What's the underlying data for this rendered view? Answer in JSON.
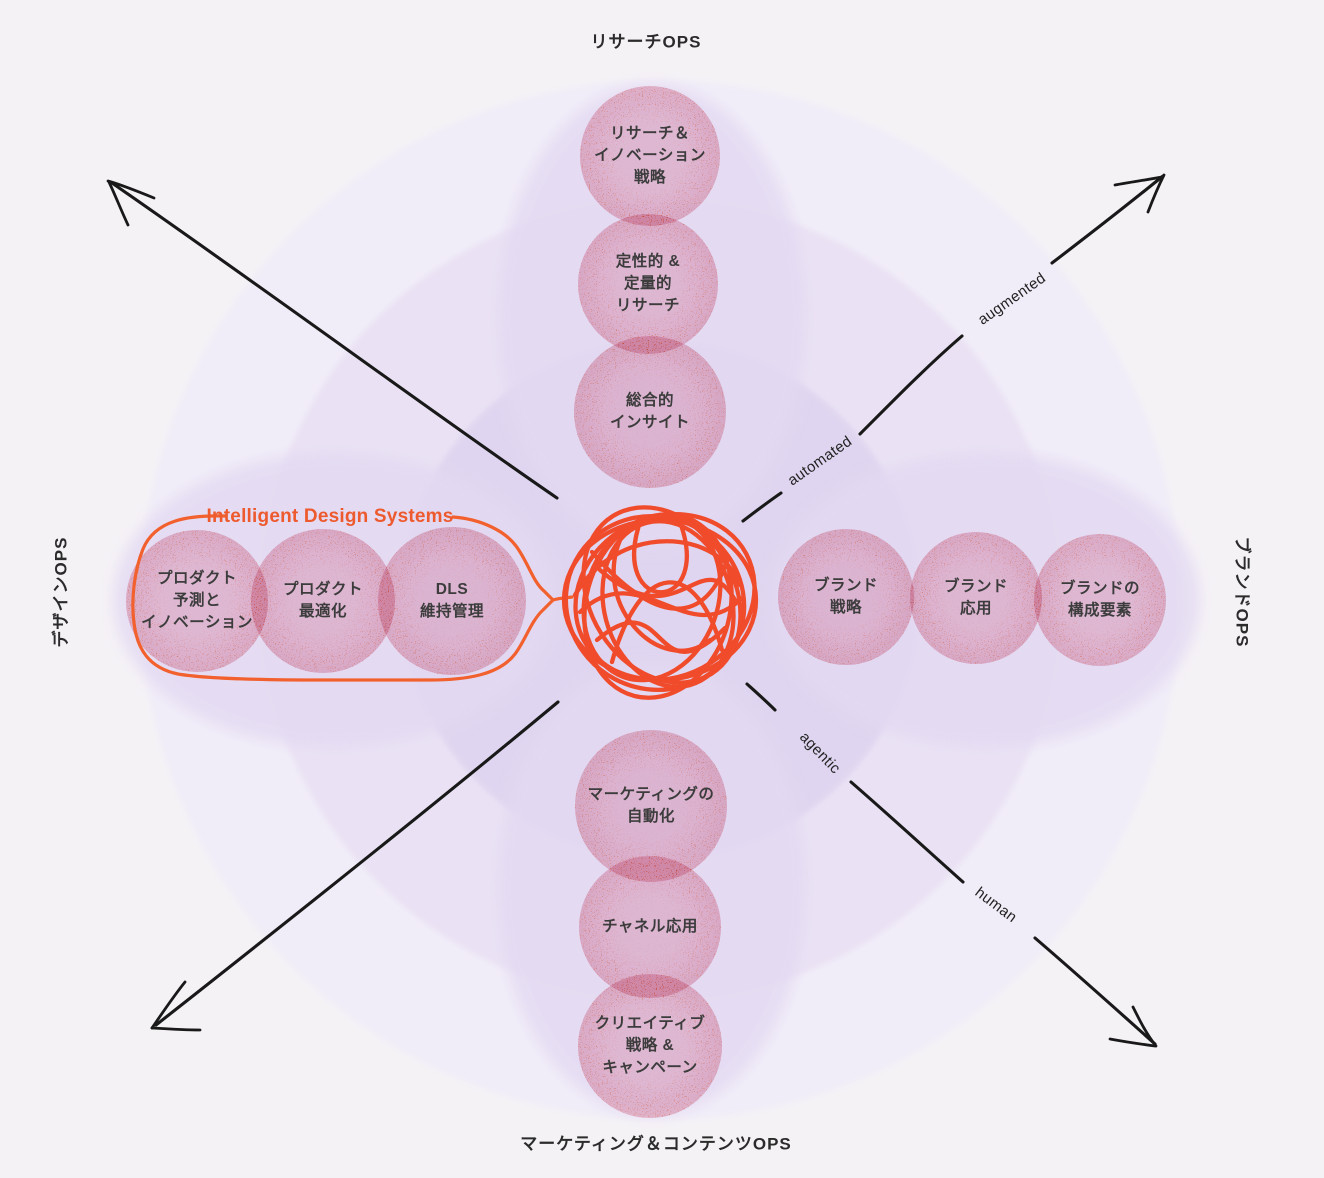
{
  "axes": {
    "top": "リサーチOPS",
    "right": "ブランドOPS",
    "bottom": "マーケティング＆コンテンツOPS",
    "left": "デザインOPS"
  },
  "arrows": {
    "augmented": "augmented",
    "automated": "automated",
    "agentic": "agentic",
    "human": "human"
  },
  "ids": {
    "label": "Intelligent Design Systems"
  },
  "nodes": {
    "research": [
      "リサーチ＆\nイノベーション\n戦略",
      "定性的 &\n定量的\nリサーチ",
      "総合的\nインサイト"
    ],
    "brand": [
      "ブランド\n戦略",
      "ブランド\n応用",
      "ブランドの\n構成要素"
    ],
    "marketing": [
      "マーケティングの\n自動化",
      "チャネル応用",
      "クリエイティブ\n戦略 &\nキャンペーン"
    ],
    "design": [
      "プロダクト\n予測と\nイノベーション",
      "プロダクト\n最適化",
      "DLS\n維持管理"
    ]
  },
  "colors": {
    "background": "#F5F2F6",
    "ring_outer": "#F1EDF8",
    "ring_middle": "#EAE2F4",
    "ring_inner": "#DFD5F0",
    "petal": "#E3D9F2",
    "circle_pink": "#F6CFD9",
    "speckle": "#EE8256",
    "accent_orange": "#ED5A2E",
    "scribble": "#F04B2B",
    "arrow": "#191919",
    "text": "#3C3C3C"
  }
}
